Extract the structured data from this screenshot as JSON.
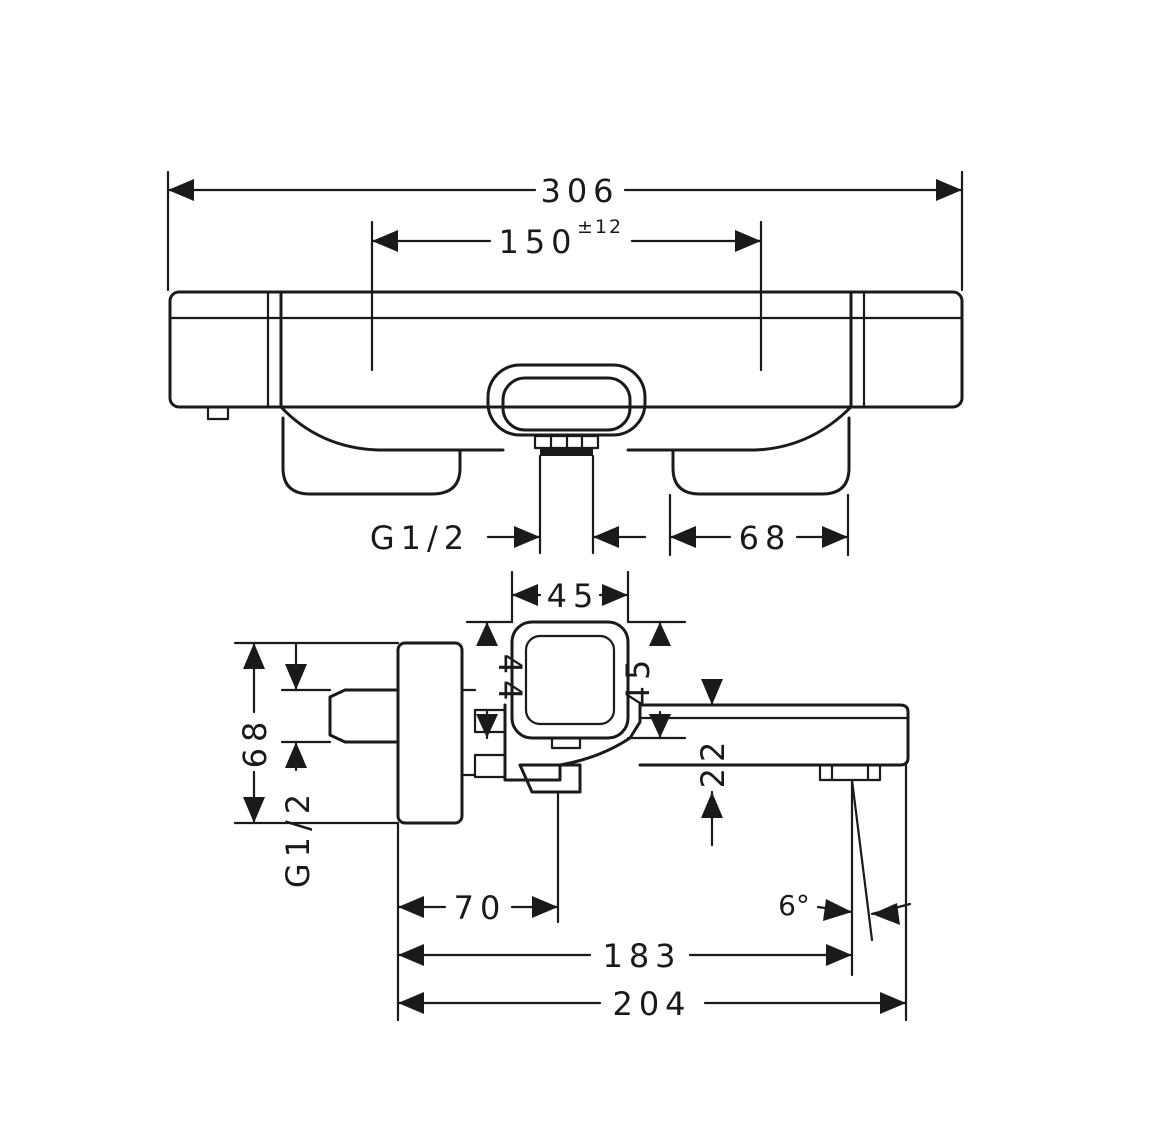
{
  "top_view": {
    "overall_width": "306",
    "center_distance": "150",
    "center_tolerance": "±12",
    "thread_left": "G1/2",
    "handle_width": "68"
  },
  "side_view": {
    "spout_width": "45",
    "body_height_left": "44",
    "body_height_right": "45",
    "height": "68",
    "thread": "G1/2",
    "spout_thickness": "22",
    "outlet_distance": "70",
    "projection": "183",
    "total_depth": "204",
    "angle": "6°"
  }
}
